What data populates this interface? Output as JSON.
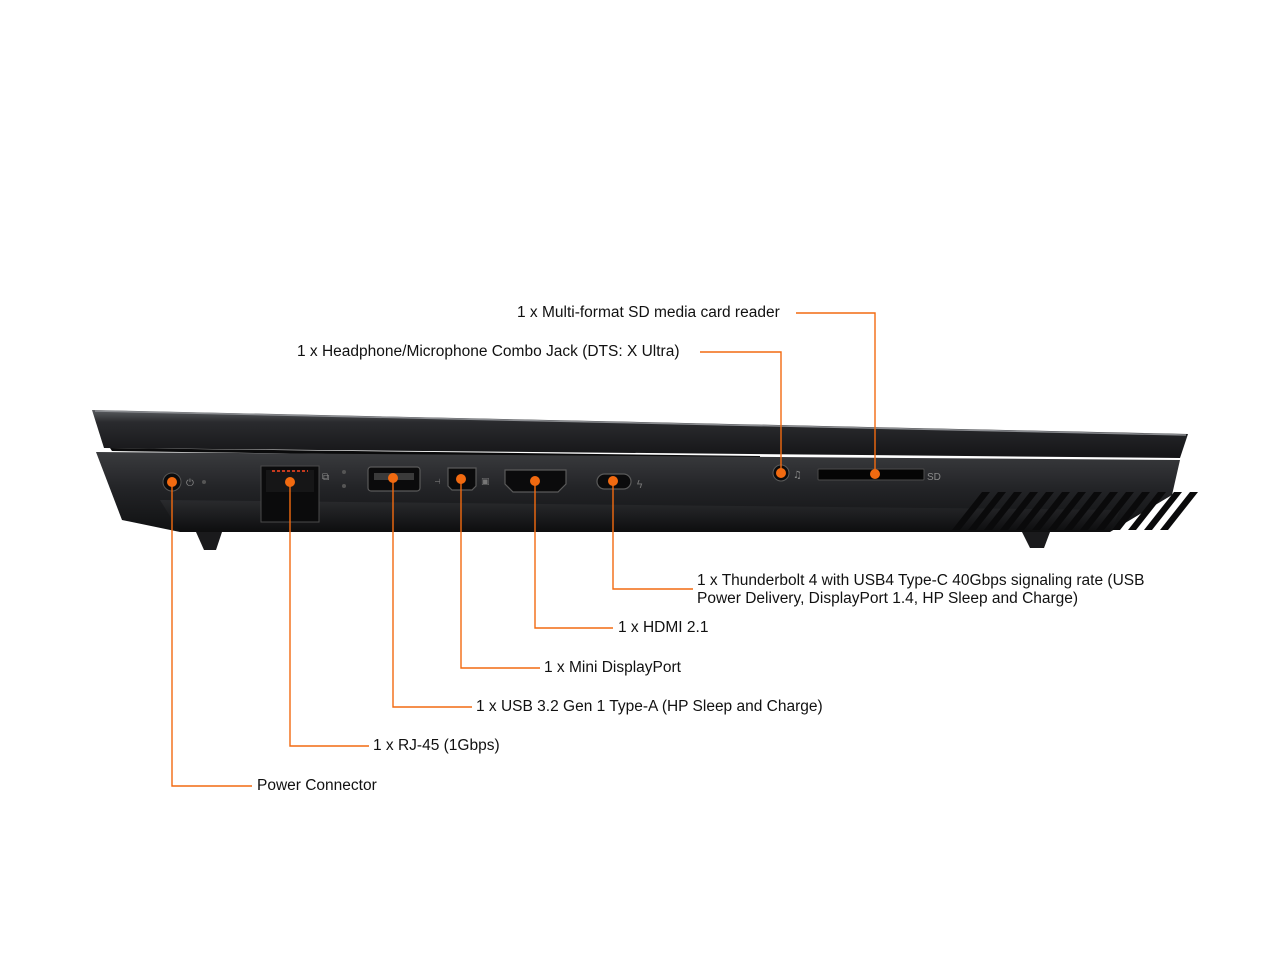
{
  "colors": {
    "accent": "#f26a10",
    "chassis": "#1c1d1f",
    "text": "#111111",
    "background": "#ffffff"
  },
  "callouts": {
    "sd_reader": "1 x Multi-format SD media card reader",
    "headphone_jack": "1 x Headphone/Microphone Combo Jack (DTS: X Ultra)",
    "thunderbolt": "1 x Thunderbolt 4 with USB4 Type-C 40Gbps signaling rate (USB Power Delivery, DisplayPort 1.4, HP Sleep and Charge)",
    "hdmi": "1 x HDMI 2.1",
    "mini_displayport": "1 x Mini DisplayPort",
    "usb_a": "1 x USB 3.2 Gen 1 Type-A (HP Sleep and Charge)",
    "rj45": "1 x RJ-45 (1Gbps)",
    "power": "Power Connector"
  },
  "laptop": {
    "sd_slot_label": "SD"
  }
}
